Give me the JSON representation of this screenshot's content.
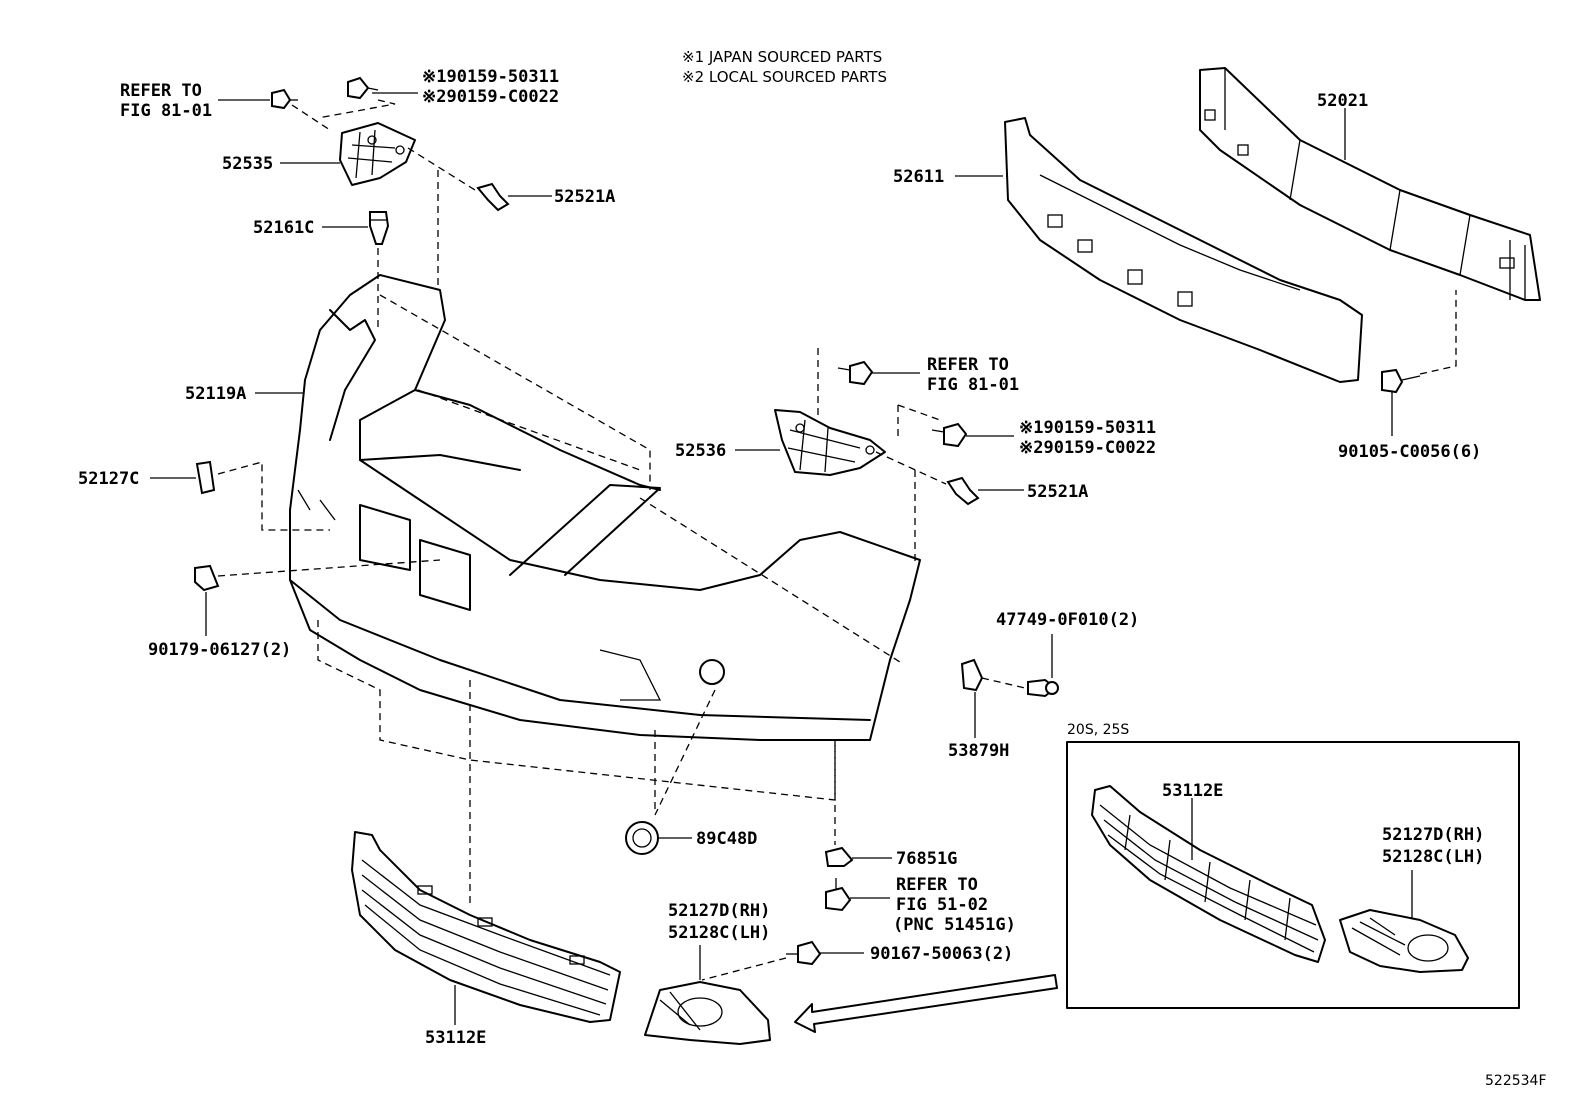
{
  "notes": {
    "line1": "※1 JAPAN SOURCED PARTS",
    "line2": "※2 LOCAL SOURCED PARTS"
  },
  "labels": {
    "refer_top_left_1": "REFER TO",
    "refer_top_left_2": "FIG 81-01",
    "bolt_top_1": "※190159-50311",
    "bolt_top_2": "※290159-C0022",
    "p52535": "52535",
    "p52521A_top": "52521A",
    "p52161C": "52161C",
    "p52119A": "52119A",
    "p52127C": "52127C",
    "p90179": "90179-06127(2)",
    "p52021": "52021",
    "p52611": "52611",
    "refer_mid_1": "REFER TO",
    "refer_mid_2": "FIG 81-01",
    "p52536": "52536",
    "bolt_mid_1": "※190159-50311",
    "bolt_mid_2": "※290159-C0022",
    "p52521A_mid": "52521A",
    "p90105": "90105-C0056(6)",
    "p47749": "47749-0F010(2)",
    "p53879H": "53879H",
    "p89C48D": "89C48D",
    "p76851G": "76851G",
    "refer_low_1": "REFER TO",
    "refer_low_2": "FIG 51-02",
    "refer_low_3": "(PNC 51451G)",
    "p52127D_low": "52127D(RH)",
    "p52128C_low": "52128C(LH)",
    "p90167": "90167-50063(2)",
    "p53112E_low": "53112E",
    "inset_title": "20S, 25S",
    "p53112E_inset": "53112E",
    "p52127D_inset": "52127D(RH)",
    "p52128C_inset": "52128C(LH)",
    "figure_id": "522534F"
  }
}
